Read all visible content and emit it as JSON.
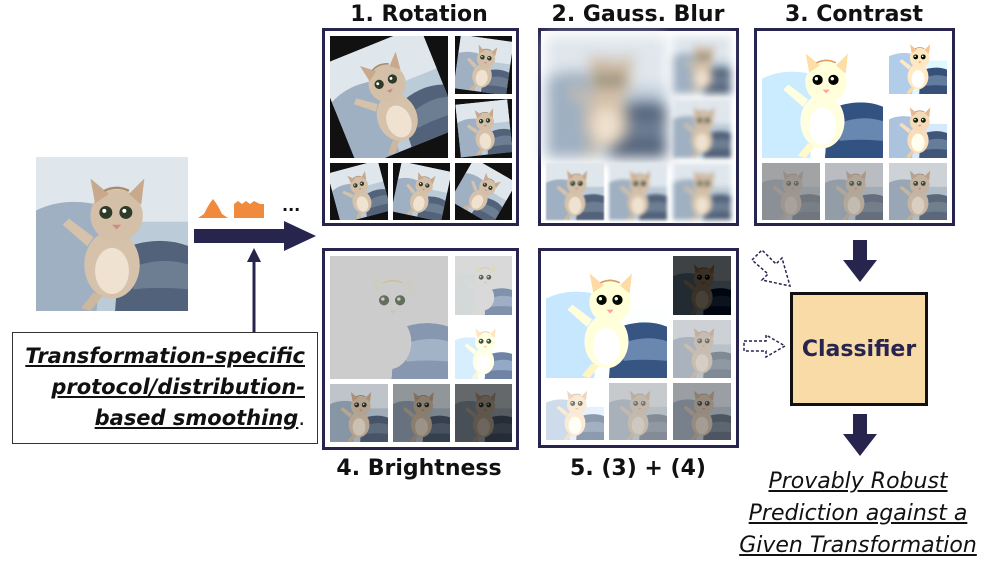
{
  "panels": {
    "rotation": "1. Rotation",
    "blur": "2. Gauss. Blur",
    "contrast": "3. Contrast",
    "brightness": "4. Brightness",
    "combo": "5. (3) + (4)"
  },
  "smoothing_note": {
    "line1": "Transformation-specific",
    "line2": "protocol/distribution-",
    "line3a": "based smoothing",
    "line3b": "."
  },
  "ellipsis": "...",
  "classifier_label": "Classifier",
  "result": {
    "line1": "Provably Robust",
    "line2": "Prediction against a",
    "line3": "Given Transformation"
  },
  "colors": {
    "arrow": "#27244e",
    "classifier_fill": "#f9dba8",
    "histogram": "#f08a3c"
  }
}
